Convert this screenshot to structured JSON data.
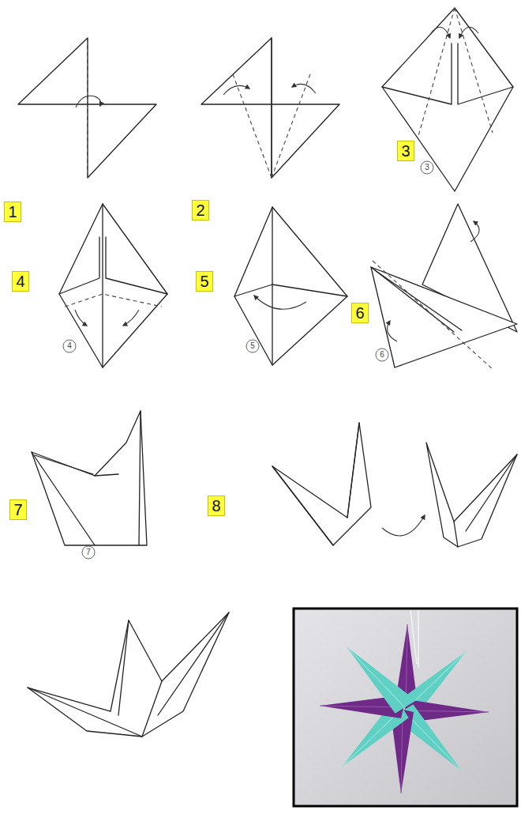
{
  "diagram": {
    "nodes": [
      {
        "text": [
          "1"
        ]
      },
      {
        "text": [
          "2"
        ]
      },
      {
        "text": [
          "3"
        ]
      },
      {
        "text": [
          "4"
        ]
      },
      {
        "text": [
          "5"
        ]
      },
      {
        "text": [
          "6"
        ]
      },
      {
        "text": [
          "7"
        ]
      },
      {
        "text": [
          "8"
        ]
      }
    ],
    "labels": [
      "3",
      "4",
      "5",
      "6",
      "7"
    ]
  }
}
